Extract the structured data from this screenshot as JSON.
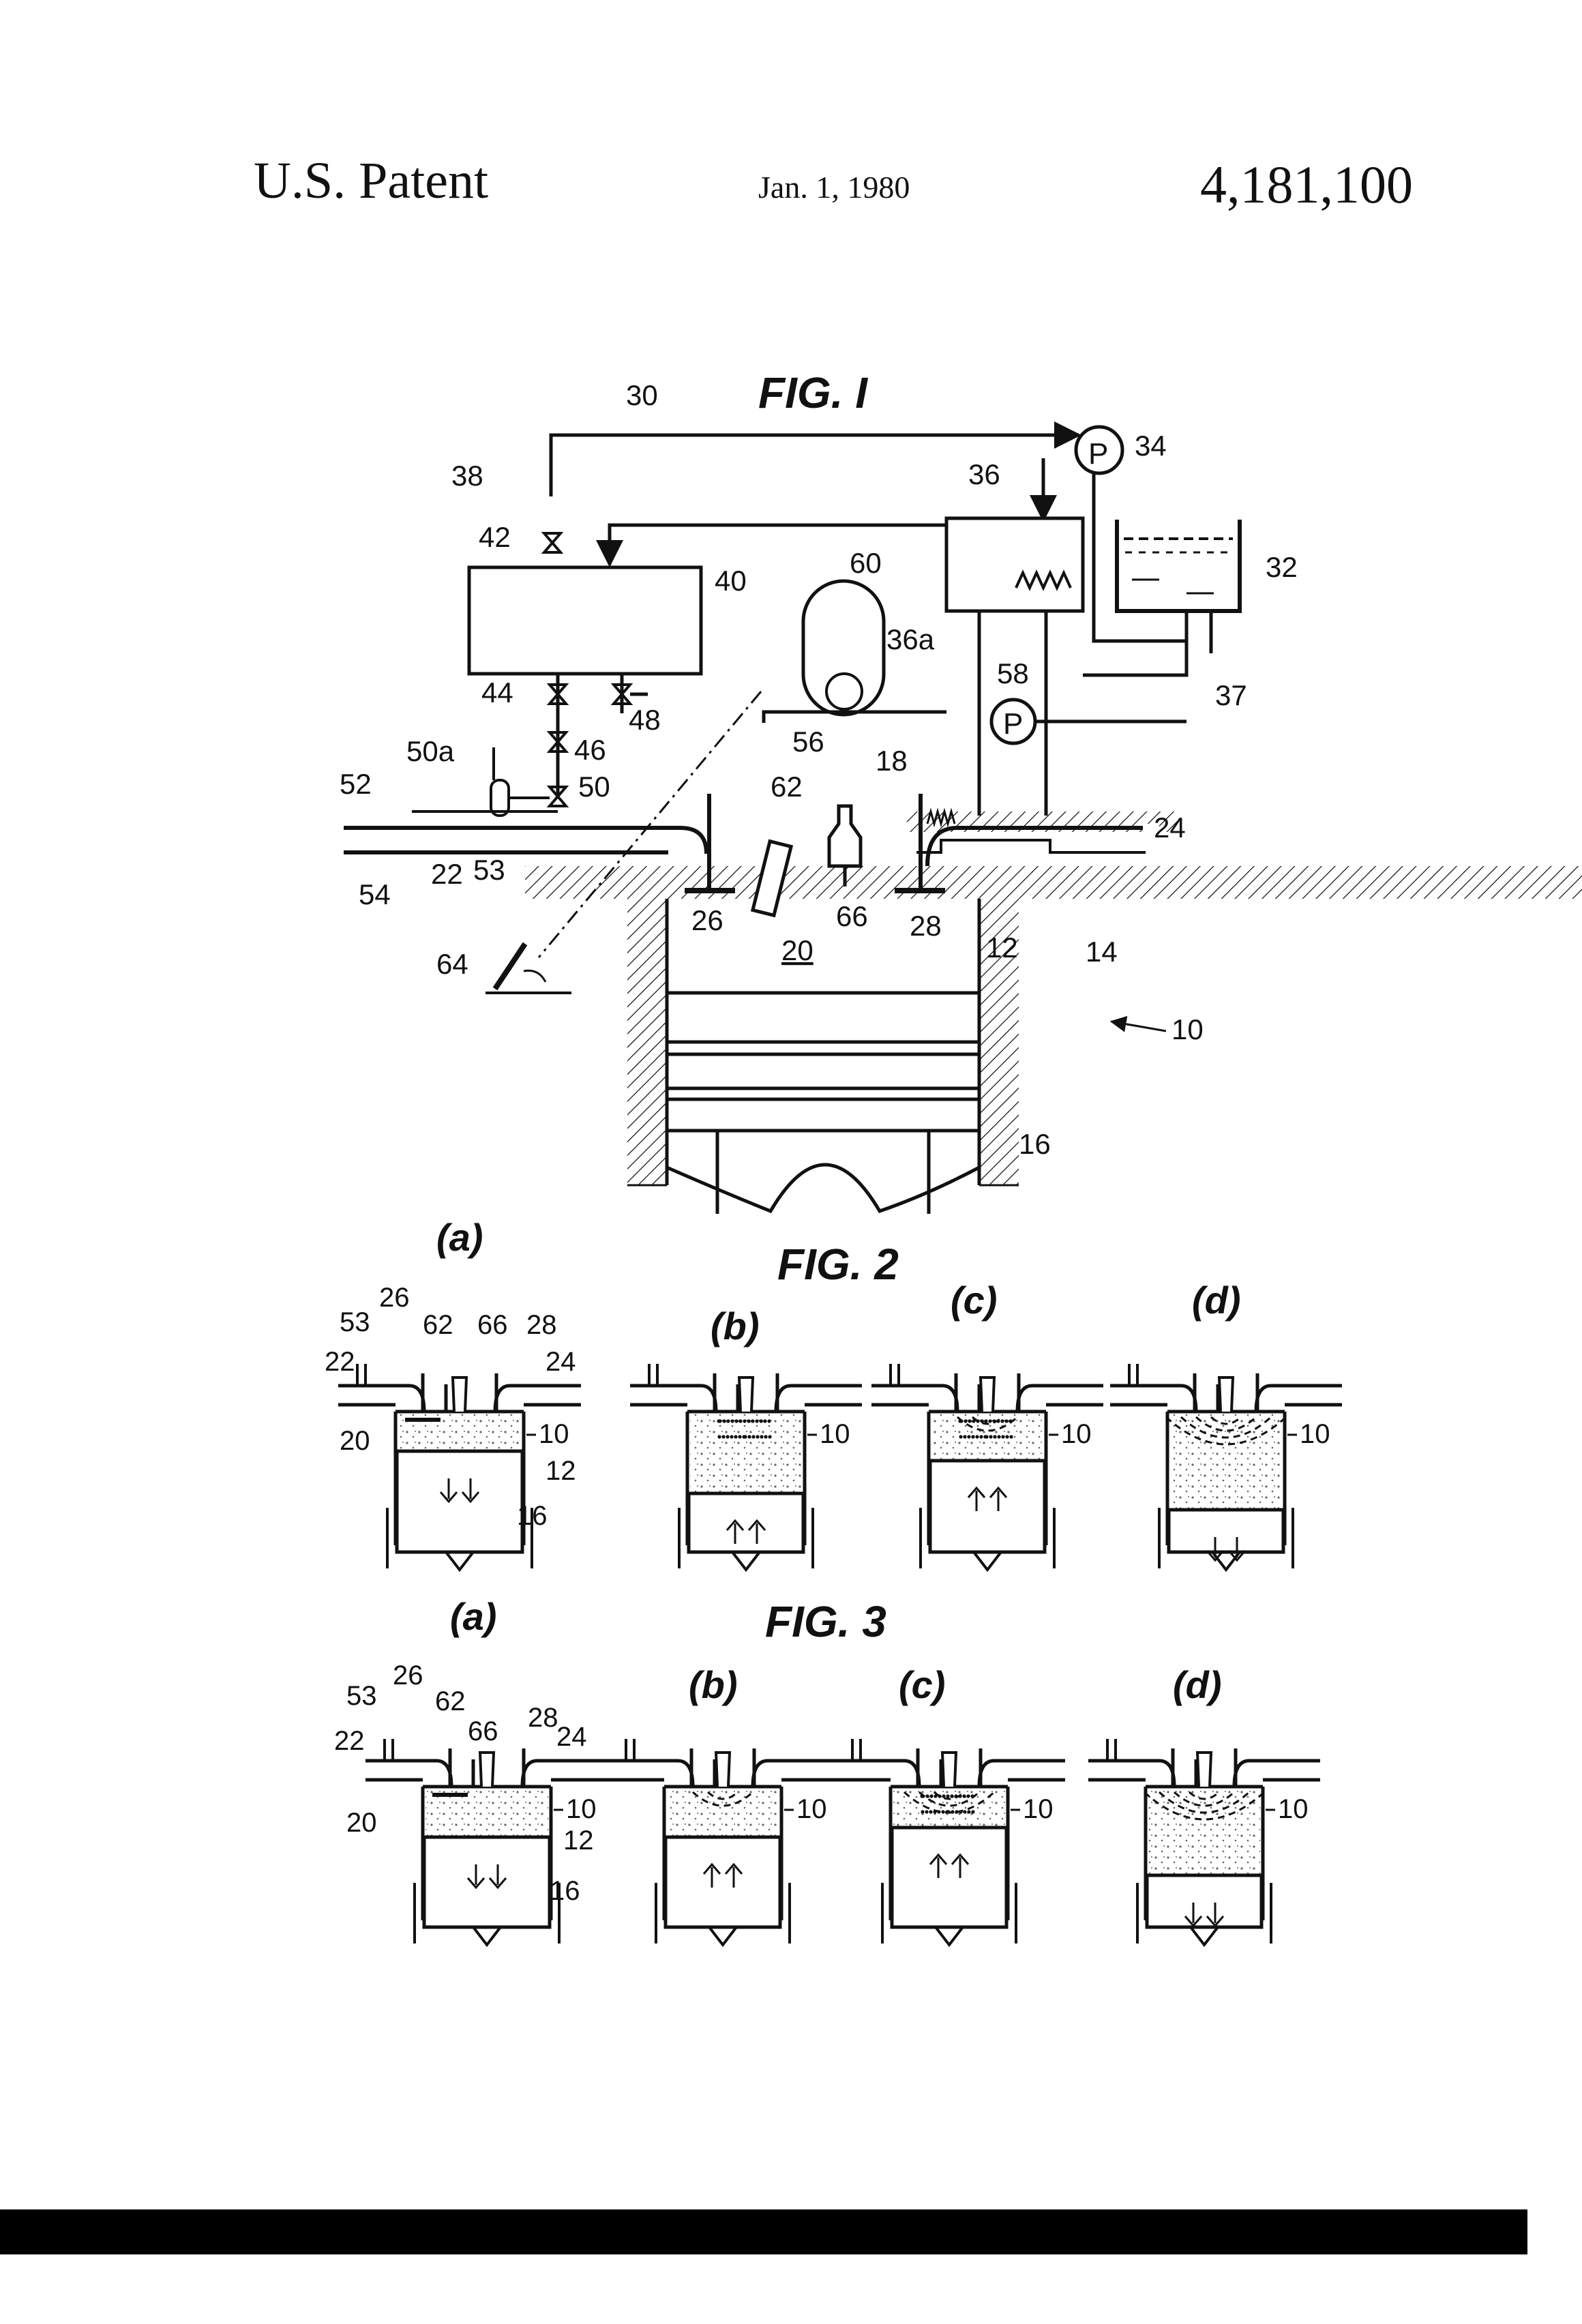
{
  "header": {
    "left": "U.S. Patent",
    "date": "Jan. 1, 1980",
    "patent_number": "4,181,100"
  },
  "figures": {
    "fig1": {
      "title": "FIG. I",
      "pump_symbol": "P",
      "refs": {
        "r30": "30",
        "r34": "34",
        "r38": "38",
        "r36": "36",
        "r32": "32",
        "r42": "42",
        "r40": "40",
        "r60": "60",
        "r36a": "36a",
        "r58": "58",
        "r37": "37",
        "r44": "44",
        "r48": "48",
        "r50a": "50a",
        "r46": "46",
        "r56": "56",
        "r18": "18",
        "r52": "52",
        "r50": "50",
        "r62": "62",
        "r24": "24",
        "r53": "53",
        "r22": "22",
        "r54": "54",
        "r26": "26",
        "r66": "66",
        "r28": "28",
        "r20": "20",
        "r12": "12",
        "r14": "14",
        "r64": "64",
        "r10": "10",
        "r16": "16"
      }
    },
    "fig2": {
      "title": "FIG. 2",
      "panels": [
        "(a)",
        "(b)",
        "(c)",
        "(d)"
      ],
      "refs": {
        "r26": "26",
        "r53": "53",
        "r62": "62",
        "r66": "66",
        "r28": "28",
        "r22": "22",
        "r24": "24",
        "r20": "20",
        "r10": "10",
        "r12": "12",
        "r16": "16"
      }
    },
    "fig3": {
      "title": "FIG. 3",
      "panels": [
        "(a)",
        "(b)",
        "(c)",
        "(d)"
      ],
      "refs": {
        "r53": "53",
        "r26": "26",
        "r62": "62",
        "r66": "66",
        "r28": "28",
        "r22": "22",
        "r24": "24",
        "r20": "20",
        "r10": "10",
        "r12": "12",
        "r16": "16"
      }
    }
  }
}
